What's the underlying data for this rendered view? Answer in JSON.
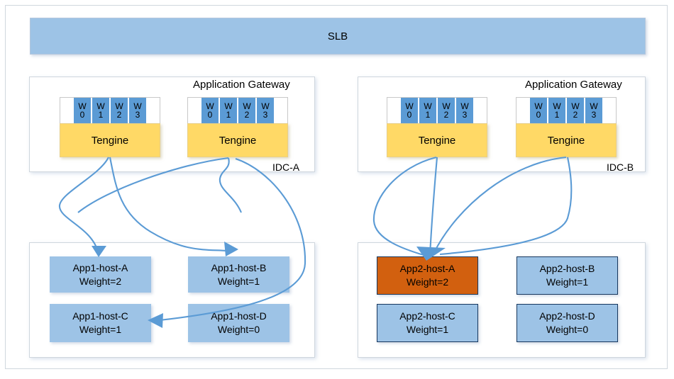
{
  "diagram": {
    "slb": {
      "label": "SLB"
    },
    "zones": [
      {
        "id": "idc-a",
        "gateway_title": "Application Gateway",
        "idc_label": "IDC-A",
        "tengines": [
          {
            "label": "Tengine",
            "workers": [
              {
                "prefix": "W",
                "index": "0"
              },
              {
                "prefix": "W",
                "index": "1"
              },
              {
                "prefix": "W",
                "index": "2"
              },
              {
                "prefix": "W",
                "index": "3"
              }
            ]
          },
          {
            "label": "Tengine",
            "workers": [
              {
                "prefix": "W",
                "index": "0"
              },
              {
                "prefix": "W",
                "index": "1"
              },
              {
                "prefix": "W",
                "index": "2"
              },
              {
                "prefix": "W",
                "index": "3"
              }
            ]
          }
        ],
        "hosts": [
          {
            "name": "App1-host-A",
            "weight": "Weight=2",
            "style": "plain"
          },
          {
            "name": "App1-host-B",
            "weight": "Weight=1",
            "style": "plain"
          },
          {
            "name": "App1-host-C",
            "weight": "Weight=1",
            "style": "plain"
          },
          {
            "name": "App1-host-D",
            "weight": "Weight=0",
            "style": "plain"
          }
        ]
      },
      {
        "id": "idc-b",
        "gateway_title": "Application Gateway",
        "idc_label": "IDC-B",
        "tengines": [
          {
            "label": "Tengine",
            "workers": [
              {
                "prefix": "W",
                "index": "0"
              },
              {
                "prefix": "W",
                "index": "1"
              },
              {
                "prefix": "W",
                "index": "2"
              },
              {
                "prefix": "W",
                "index": "3"
              }
            ]
          },
          {
            "label": "Tengine",
            "workers": [
              {
                "prefix": "W",
                "index": "0"
              },
              {
                "prefix": "W",
                "index": "1"
              },
              {
                "prefix": "W",
                "index": "2"
              },
              {
                "prefix": "W",
                "index": "3"
              }
            ]
          }
        ],
        "hosts": [
          {
            "name": "App2-host-A",
            "weight": "Weight=2",
            "style": "highlight"
          },
          {
            "name": "App2-host-B",
            "weight": "Weight=1",
            "style": "bordered"
          },
          {
            "name": "App2-host-C",
            "weight": "Weight=1",
            "style": "bordered"
          },
          {
            "name": "App2-host-D",
            "weight": "Weight=0",
            "style": "bordered"
          }
        ]
      }
    ],
    "colors": {
      "slb_blue": "#9dc3e6",
      "worker_blue": "#5b9bd5",
      "tengine_yellow": "#ffd966",
      "host_blue": "#9dc3e6",
      "host_highlight_orange": "#d2600f",
      "connector_blue": "#5b9bd5",
      "panel_border": "#cfd6dd"
    }
  }
}
